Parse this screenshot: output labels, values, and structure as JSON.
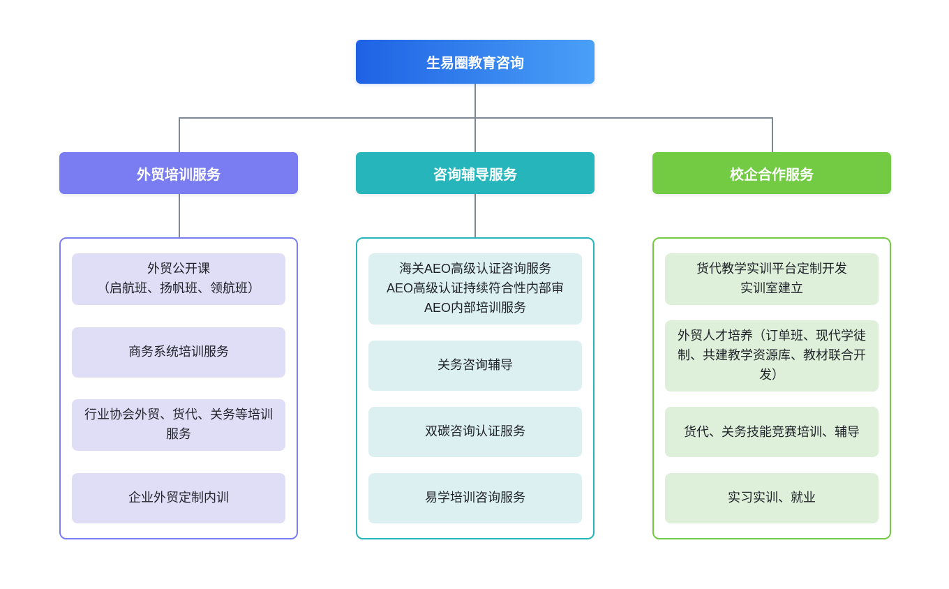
{
  "palette": {
    "root-grad-start": "#1e62e4",
    "root-grad-end": "#4aa0f7",
    "branch1": "#7a7df2",
    "branch1-bg": "#e0def7",
    "branch2": "#26b5ba",
    "branch2-bg": "#dcf0f2",
    "branch3": "#72cb43",
    "branch3-bg": "#def0da",
    "connector": "#7d8893",
    "header-text": "#ffffff",
    "text-dark": "#1f2329"
  },
  "root": {
    "label": "生易圈教育咨询"
  },
  "branches": [
    {
      "label": "外贸培训服务",
      "items": [
        "外贸公开课\n（启航班、扬帆班、领航班）",
        "商务系统培训服务",
        "行业协会外贸、货代、关务等培训服务",
        "企业外贸定制内训"
      ]
    },
    {
      "label": "咨询辅导服务",
      "items": [
        "海关AEO高级认证咨询服务\nAEO高级认证持续符合性内部审\nAEO内部培训服务",
        "关务咨询辅导",
        "双碳咨询认证服务",
        "易学培训咨询服务"
      ]
    },
    {
      "label": "校企合作服务",
      "items": [
        "货代教学实训平台定制开发\n实训室建立",
        "外贸人才培养（订单班、现代学徒制、共建教学资源库、教材联合开发）",
        "货代、关务技能竞赛培训、辅导",
        "实习实训、就业"
      ]
    }
  ]
}
